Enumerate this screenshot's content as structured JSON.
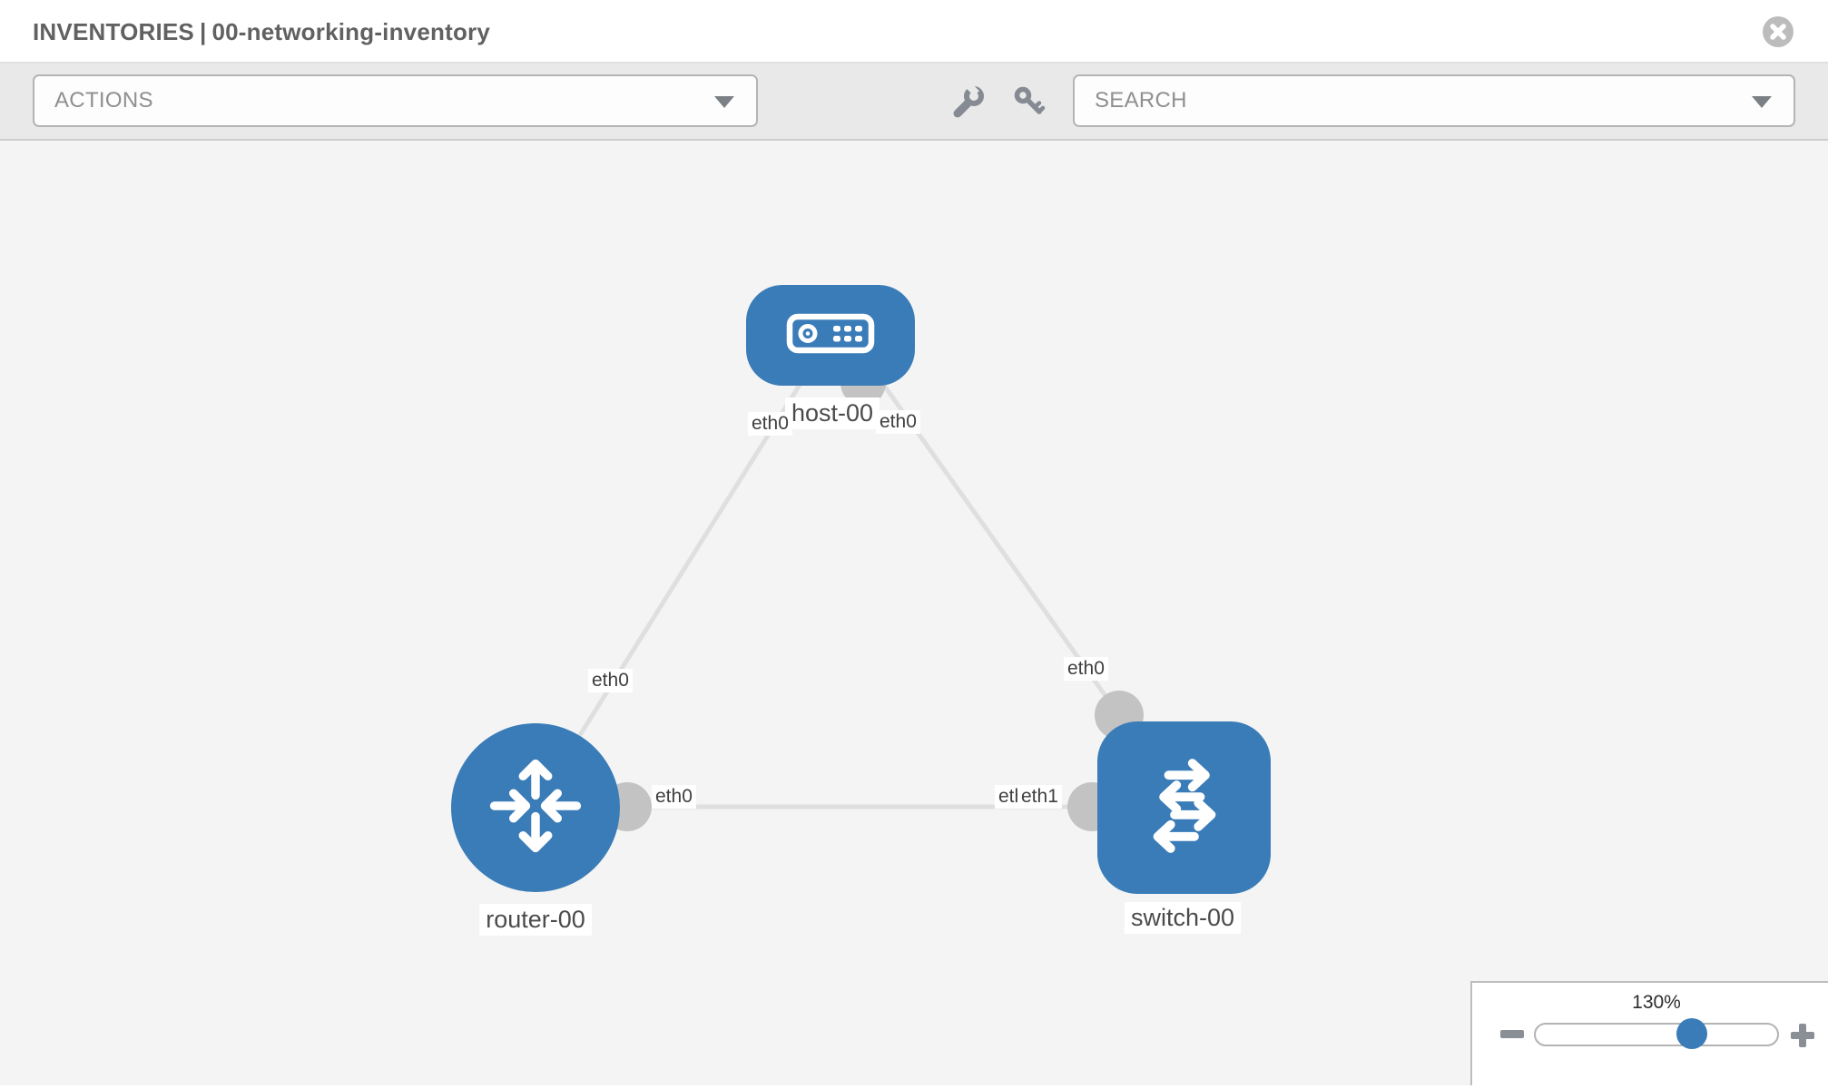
{
  "header": {
    "section": "INVENTORIES",
    "divider": "|",
    "inventory_name": "00-networking-inventory",
    "close_icon": "close-icon"
  },
  "toolbar": {
    "actions": {
      "label": "ACTIONS",
      "caret_icon": "chevron-down-icon"
    },
    "search": {
      "label": "SEARCH",
      "caret_icon": "chevron-down-icon"
    },
    "tools": [
      {
        "icon": "wrench-icon"
      },
      {
        "icon": "key-icon"
      }
    ]
  },
  "canvas": {
    "nodes": [
      {
        "id": "host-00",
        "type": "host",
        "label": "host-00",
        "icon": "host-icon"
      },
      {
        "id": "router-00",
        "type": "router",
        "label": "router-00",
        "icon": "router-icon"
      },
      {
        "id": "switch-00",
        "type": "switch",
        "label": "switch-00",
        "icon": "switch-icon"
      }
    ],
    "links": [
      {
        "from": "host-00",
        "to": "router-00"
      },
      {
        "from": "host-00",
        "to": "switch-00"
      },
      {
        "from": "router-00",
        "to": "switch-00"
      }
    ],
    "interface_labels": [
      {
        "text": "eth0",
        "link": "host-router",
        "end": "host"
      },
      {
        "text": "eth0",
        "link": "host-switch",
        "end": "host"
      },
      {
        "text": "eth0",
        "link": "host-router",
        "end": "router"
      },
      {
        "text": "eth0",
        "link": "host-switch",
        "end": "switch"
      },
      {
        "text": "eth0",
        "link": "router-switch",
        "end": "router"
      },
      {
        "text": "eth0",
        "link": "router-switch",
        "end": "switch"
      },
      {
        "text": "eth1",
        "link": "router-switch",
        "end": "switch"
      }
    ]
  },
  "zoom_panel": {
    "level": "130%",
    "slider_percent": 64,
    "minus_icon": "minus-icon",
    "plus_icon": "plus-icon"
  },
  "colors": {
    "node_blue": "#3a7cb8",
    "link_gray": "#dfdfdf",
    "interface_gray": "#c3c3c3",
    "toolbar_bg": "#e9e9e9",
    "canvas_bg": "#f4f4f4",
    "icon_gray": "#858a93"
  }
}
